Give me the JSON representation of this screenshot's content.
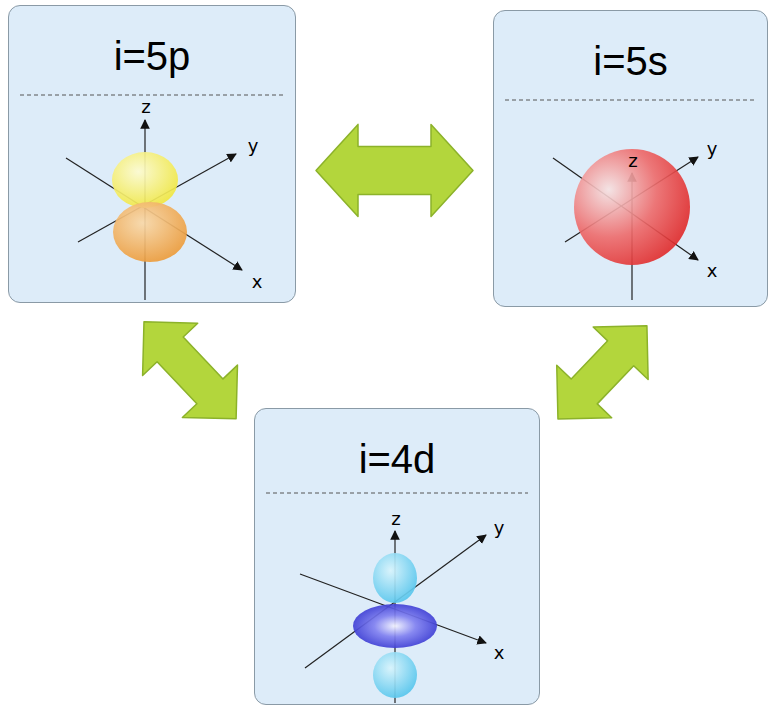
{
  "diagram": {
    "nodes": [
      {
        "text": [
          "i=5p",
          "z",
          "y",
          "x"
        ]
      },
      {
        "text": [
          "i=5s",
          "z",
          "y",
          "x"
        ]
      },
      {
        "text": [
          "i=4d",
          "z",
          "y",
          "x"
        ]
      }
    ],
    "edges": [
      {
        "from": 0,
        "to": 1,
        "arrow": "both"
      },
      {
        "from": 0,
        "to": 2,
        "arrow": "both"
      },
      {
        "from": 1,
        "to": 2,
        "arrow": "both"
      }
    ]
  }
}
